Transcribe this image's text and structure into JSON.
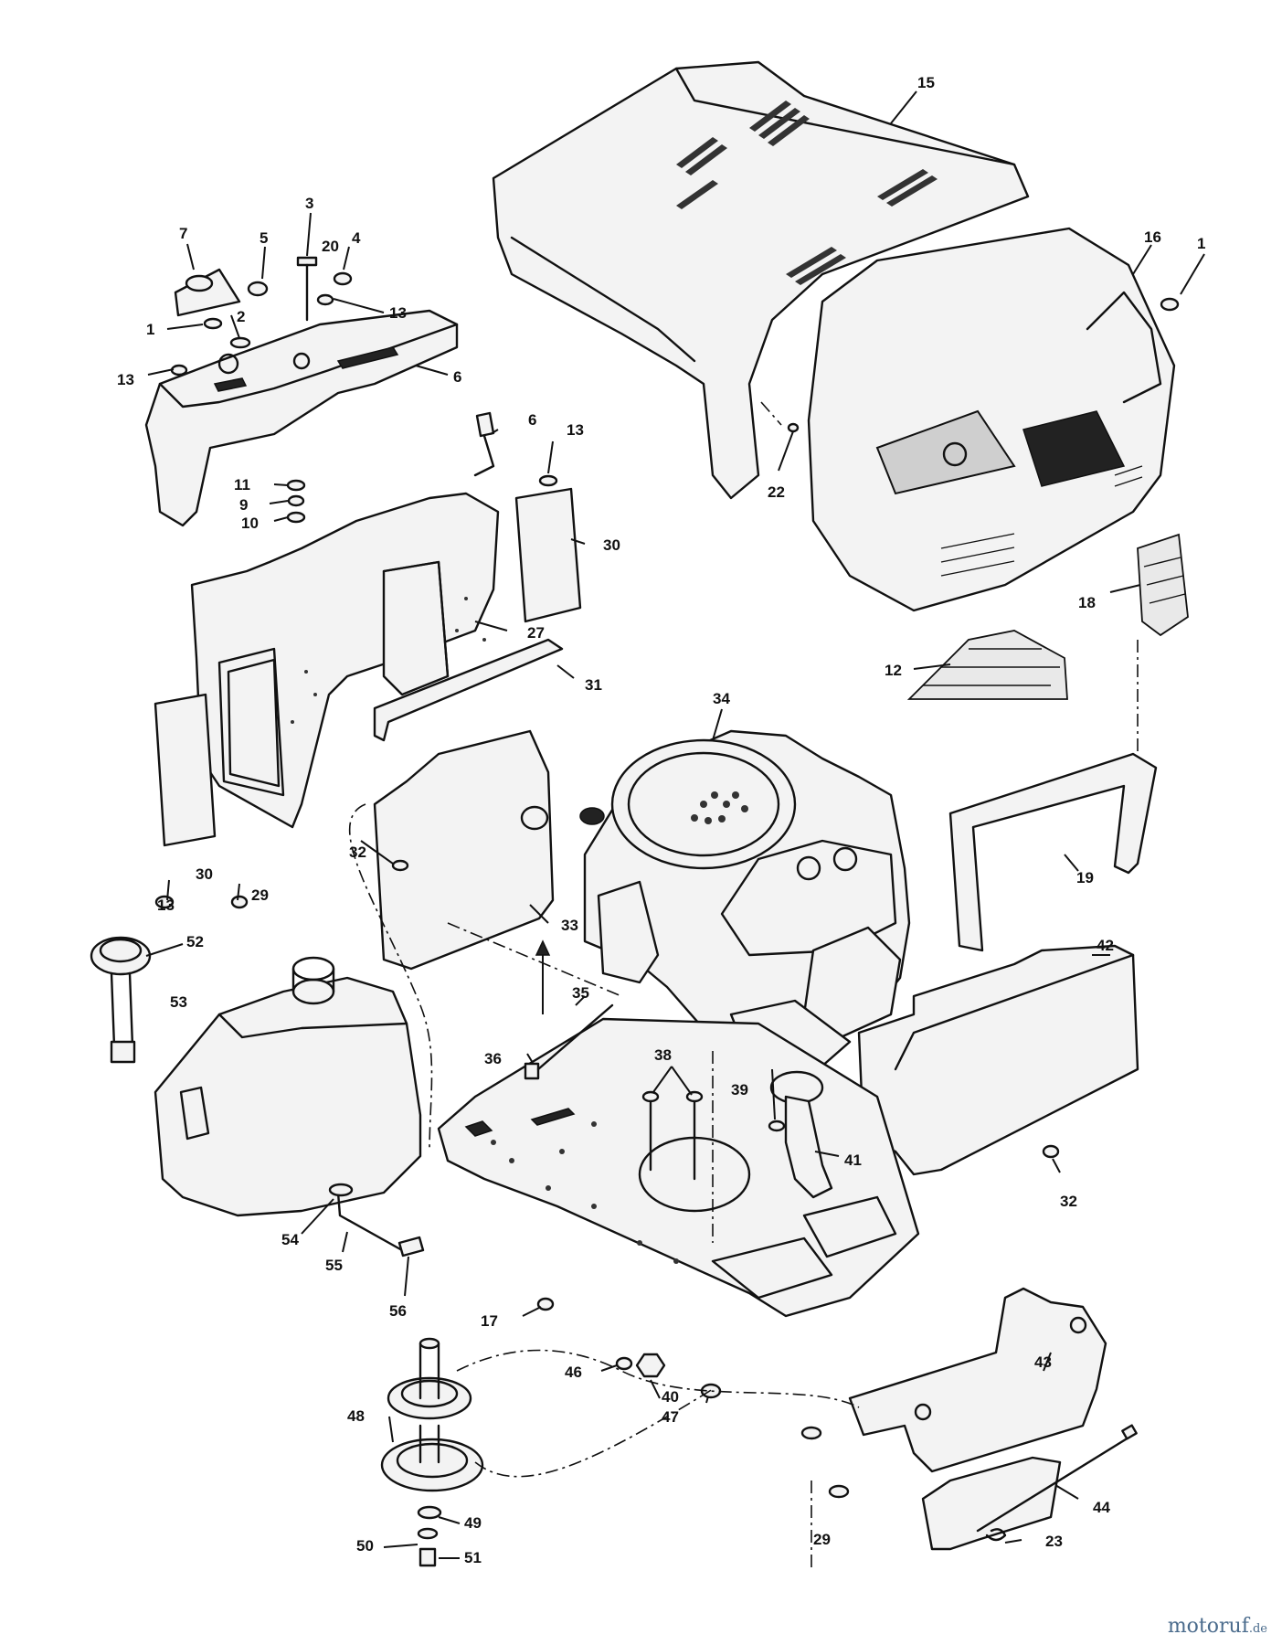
{
  "callouts": [
    {
      "id": "c15",
      "label": "15"
    },
    {
      "id": "c16",
      "label": "16"
    },
    {
      "id": "c1a",
      "label": "1"
    },
    {
      "id": "c7",
      "label": "7"
    },
    {
      "id": "c5",
      "label": "5"
    },
    {
      "id": "c3",
      "label": "3"
    },
    {
      "id": "c20",
      "label": "20"
    },
    {
      "id": "c4",
      "label": "4"
    },
    {
      "id": "c1b",
      "label": "1"
    },
    {
      "id": "c2",
      "label": "2"
    },
    {
      "id": "c13a",
      "label": "13"
    },
    {
      "id": "c13b",
      "label": "13"
    },
    {
      "id": "c6a",
      "label": "6"
    },
    {
      "id": "c6b",
      "label": "6"
    },
    {
      "id": "c13c",
      "label": "13"
    },
    {
      "id": "c22",
      "label": "22"
    },
    {
      "id": "c11",
      "label": "11"
    },
    {
      "id": "c9",
      "label": "9"
    },
    {
      "id": "c10",
      "label": "10"
    },
    {
      "id": "c30a",
      "label": "30"
    },
    {
      "id": "c18",
      "label": "18"
    },
    {
      "id": "c27",
      "label": "27"
    },
    {
      "id": "c12",
      "label": "12"
    },
    {
      "id": "c31",
      "label": "31"
    },
    {
      "id": "c34",
      "label": "34"
    },
    {
      "id": "c32a",
      "label": "32"
    },
    {
      "id": "c19",
      "label": "19"
    },
    {
      "id": "c13d",
      "label": "13"
    },
    {
      "id": "c30b",
      "label": "30"
    },
    {
      "id": "c29a",
      "label": "29"
    },
    {
      "id": "c33",
      "label": "33"
    },
    {
      "id": "c52",
      "label": "52"
    },
    {
      "id": "c42",
      "label": "42"
    },
    {
      "id": "c53",
      "label": "53"
    },
    {
      "id": "c35",
      "label": "35"
    },
    {
      "id": "c36",
      "label": "36"
    },
    {
      "id": "c38",
      "label": "38"
    },
    {
      "id": "c39",
      "label": "39"
    },
    {
      "id": "c41",
      "label": "41"
    },
    {
      "id": "c32b",
      "label": "32"
    },
    {
      "id": "c54",
      "label": "54"
    },
    {
      "id": "c55",
      "label": "55"
    },
    {
      "id": "c56",
      "label": "56"
    },
    {
      "id": "c17",
      "label": "17"
    },
    {
      "id": "c43",
      "label": "43"
    },
    {
      "id": "c46",
      "label": "46"
    },
    {
      "id": "c40",
      "label": "40"
    },
    {
      "id": "c47",
      "label": "47"
    },
    {
      "id": "c48",
      "label": "48"
    },
    {
      "id": "c44",
      "label": "44"
    },
    {
      "id": "c49",
      "label": "49"
    },
    {
      "id": "c29b",
      "label": "29"
    },
    {
      "id": "c50",
      "label": "50"
    },
    {
      "id": "c51",
      "label": "51"
    },
    {
      "id": "c23",
      "label": "23"
    }
  ],
  "watermark": {
    "brand": "motoruf",
    "domain": ".de",
    "color": "#4a6b8c"
  }
}
